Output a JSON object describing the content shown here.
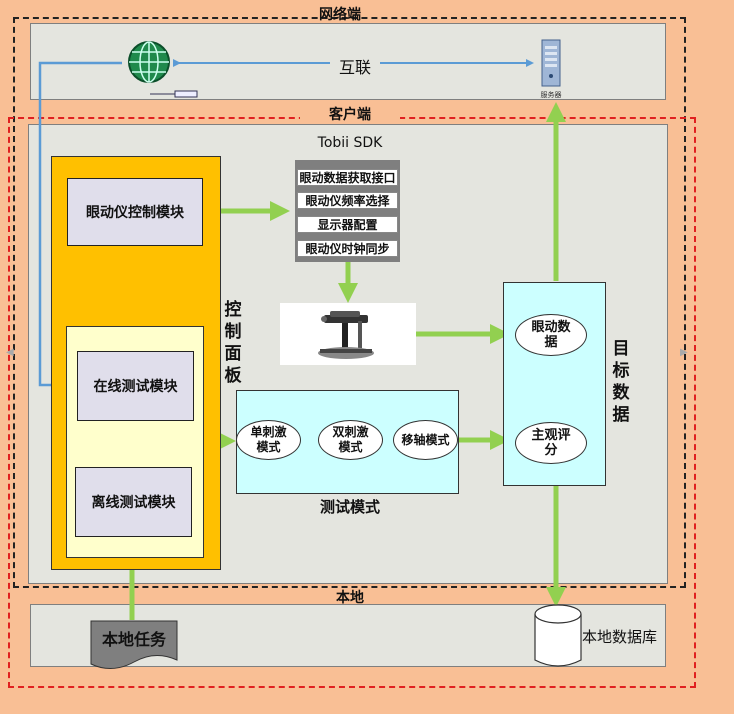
{
  "sections": {
    "network": "网络端",
    "client": "客户端",
    "local": "本地"
  },
  "network": {
    "link_label": "互联",
    "server_caption": "服务器"
  },
  "sdk": {
    "title": "Tobii SDK",
    "items": [
      "眼动数据获取接口",
      "眼动仪频率选择",
      "显示器配置",
      "眼动仪时钟同步"
    ]
  },
  "control_panel": {
    "label": "控制面板",
    "modules": [
      "眼动仪控制模块",
      "在线测试模块",
      "离线测试模块"
    ]
  },
  "test_modes": {
    "title": "测试模式",
    "items": [
      "单刺激模式",
      "双刺激模式",
      "移轴模式"
    ]
  },
  "target_data": {
    "label": "目标数据",
    "items": [
      "眼动数据",
      "主观评分"
    ]
  },
  "local": {
    "task": "本地任务",
    "database": "本地数据库"
  },
  "colors": {
    "arrow_green": "#92d050",
    "arrow_blue": "#5b9bd5",
    "panel_orange": "#ffc000"
  }
}
